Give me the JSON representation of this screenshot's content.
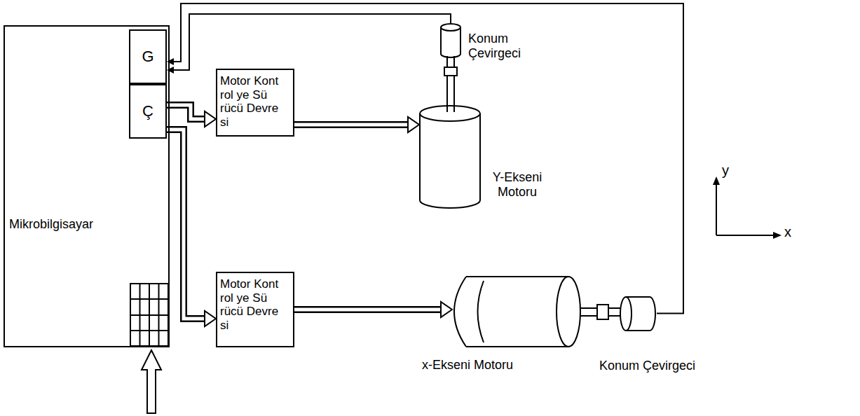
{
  "diagram": {
    "nodes": [
      {
        "text": [
          "Mikrobilgisayar"
        ]
      },
      {
        "text": [
          "G"
        ],
        "in": 0
      },
      {
        "text": [
          "Ç"
        ],
        "in": 0
      },
      {
        "text": [
          "Konum Çevirgeci"
        ]
      },
      {
        "text": [
          "Motor Kont rol ye Sü rücü Devre si"
        ]
      },
      {
        "text": [
          "Y-Ekseni Motoru"
        ]
      },
      {
        "text": [
          "Motor Kont rol ye Sü rücü Devre si"
        ]
      },
      {
        "text": [
          "x-Ekseni Motoru"
        ]
      },
      {
        "text": [
          "Konum Çevirgeci"
        ]
      }
    ],
    "edges": [
      {
        "from": 2,
        "to": 4,
        "arrow": "to"
      },
      {
        "from": 2,
        "to": 6,
        "arrow": "to"
      },
      {
        "from": 4,
        "to": 5,
        "arrow": "to"
      },
      {
        "from": 6,
        "to": 7,
        "arrow": "to"
      },
      {
        "from": 3,
        "to": 1,
        "arrow": "to"
      },
      {
        "from": 8,
        "to": 1,
        "arrow": "to"
      }
    ],
    "labels": [
      "y",
      "x"
    ]
  }
}
